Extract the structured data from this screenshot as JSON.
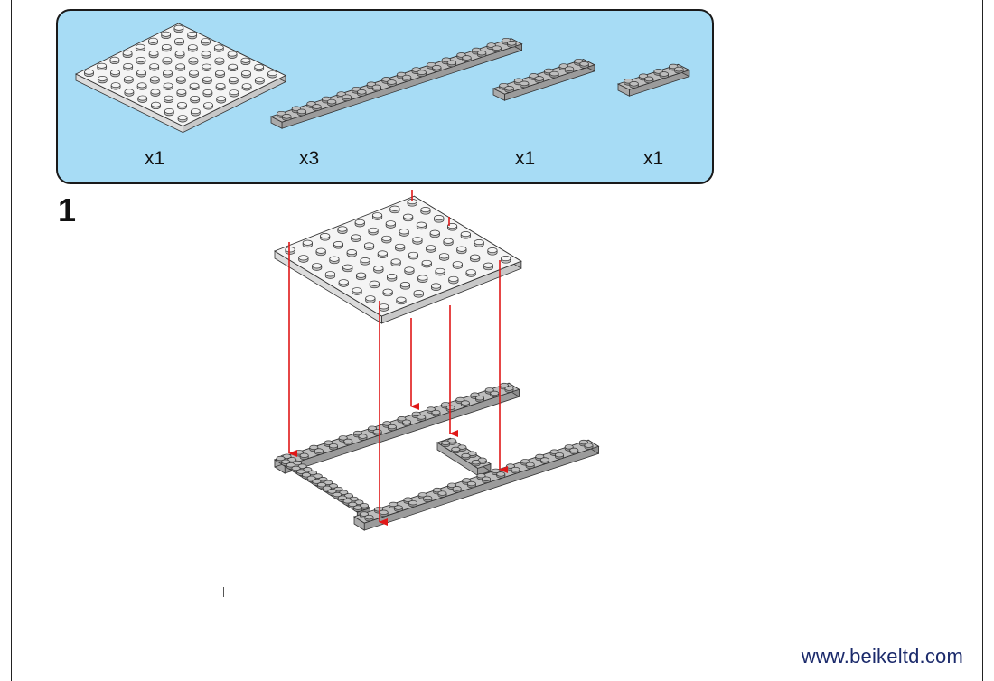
{
  "parts_list": {
    "items": [
      {
        "part": "white-plate-8x8",
        "quantity": "x1"
      },
      {
        "part": "gray-plate-2x16",
        "quantity": "x3"
      },
      {
        "part": "gray-plate-2x6",
        "quantity": "x1"
      },
      {
        "part": "gray-plate-2x4",
        "quantity": "x1"
      }
    ]
  },
  "step": {
    "number": "1"
  },
  "footer": {
    "website": "www.beikeltd.com"
  },
  "colors": {
    "panel_background": "#a7dcf5",
    "white_plate": "#f4f4f4",
    "gray_plate": "#bdbdbd",
    "arrow": "#e01818"
  }
}
